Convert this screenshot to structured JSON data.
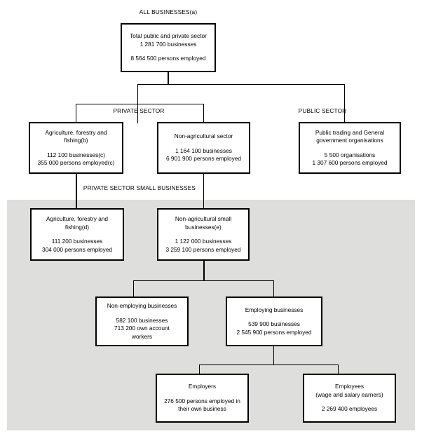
{
  "diagram": {
    "title_top": "ALL BUSINESSES(a)",
    "labels": {
      "private_sector": "PRIVATE SECTOR",
      "public_sector": "PUBLIC SECTOR",
      "private_small": "PRIVATE SECTOR SMALL BUSINESSES"
    },
    "nodes": {
      "all_businesses": {
        "title": "Total public and private sector\n1 281 700 businesses",
        "stats": "8 564 500 persons employed"
      },
      "agriculture": {
        "title": "Agriculture, forestry and\nfishing(b)",
        "stats": "112 100 businesses(c)\n355 000 persons employed(c)"
      },
      "non_agricultural": {
        "title": "Non-agricultural sector",
        "stats": "1 164 100 businesses\n6 901 900 persons employed"
      },
      "public_orgs": {
        "title": "Public trading and General\ngovernment organisations",
        "stats": "5 500 organisations\n1 307 600 persons employed"
      },
      "agriculture_small": {
        "title": "Agriculture, forestry and\nfishing(d)",
        "stats": "111 200 businesses\n304 000 persons employed"
      },
      "non_agricultural_small": {
        "title": "Non-agricultural small\nbusinesses(e)",
        "stats": "1 122 000 businesses\n3 259 100 persons employed"
      },
      "non_employing": {
        "title": "Non-employing businesses",
        "stats": "582 100 businesses\n713 200 own account\nworkers"
      },
      "employing": {
        "title": "Employing businesses",
        "stats": "539 900 businesses\n2 545 900 persons employed"
      },
      "employers": {
        "title": "Employers",
        "stats": "276 500 persons employed in\ntheir own business"
      },
      "employees": {
        "title": "Employees\n(wage and salary earners)",
        "stats": "2 269 400 employees"
      }
    },
    "colors": {
      "shade": "#dededd",
      "line": "#000000",
      "box_border": "#000000",
      "box_fill": "#ffffff"
    }
  }
}
